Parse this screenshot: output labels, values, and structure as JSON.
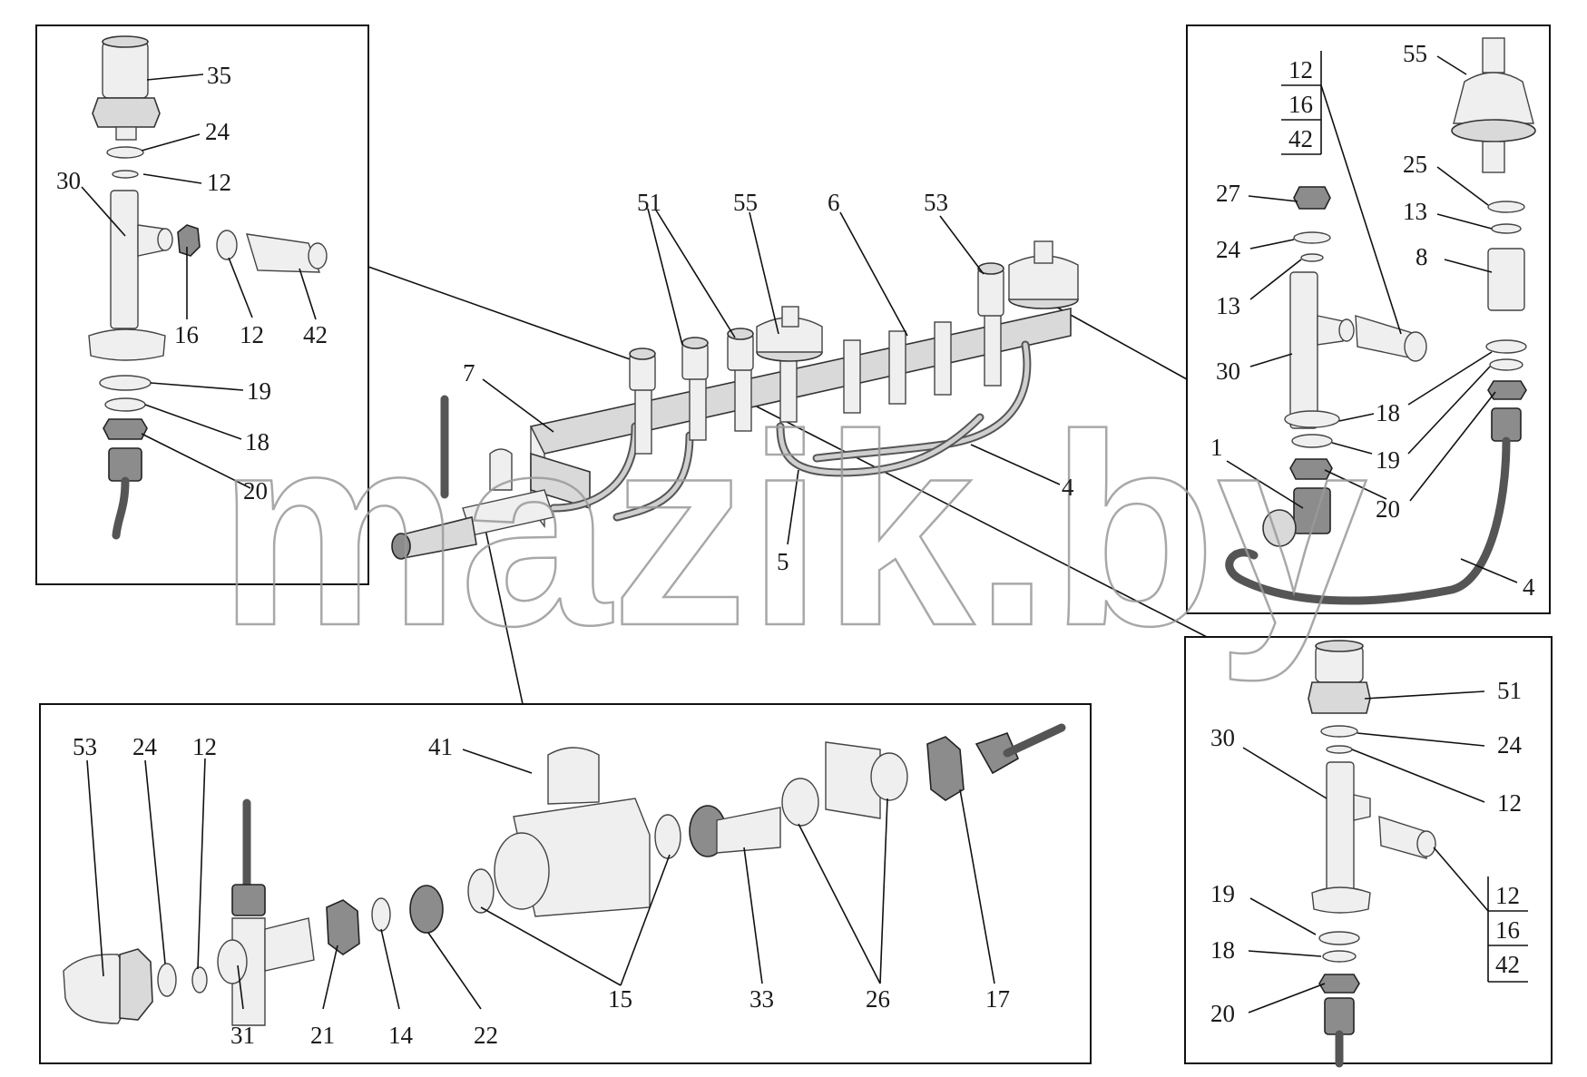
{
  "watermark": "mazik.by",
  "callouts": {
    "tl_35": "35",
    "tl_24": "24",
    "tl_12a": "12",
    "tl_30": "30",
    "tl_16": "16",
    "tl_12b": "12",
    "tl_42": "42",
    "tl_19": "19",
    "tl_18": "18",
    "tl_20": "20",
    "c_51": "51",
    "c_55": "55",
    "c_6": "6",
    "c_53": "53",
    "c_7": "7",
    "c_4": "4",
    "c_5": "5",
    "tr_12": "12",
    "tr_16": "16",
    "tr_42": "42",
    "tr_55": "55",
    "tr_25": "25",
    "tr_13a": "13",
    "tr_27": "27",
    "tr_24": "24",
    "tr_13b": "13",
    "tr_8": "8",
    "tr_30": "30",
    "tr_18": "18",
    "tr_19": "19",
    "tr_1": "1",
    "tr_20": "20",
    "tr_4": "4",
    "b_53": "53",
    "b_24": "24",
    "b_12": "12",
    "b_41": "41",
    "b_31": "31",
    "b_21": "21",
    "b_14": "14",
    "b_22": "22",
    "b_15": "15",
    "b_33": "33",
    "b_26": "26",
    "b_17": "17",
    "br_51": "51",
    "br_30": "30",
    "br_24": "24",
    "br_12": "12",
    "br_12s": "12",
    "br_16s": "16",
    "br_42s": "42",
    "br_19": "19",
    "br_18": "18",
    "br_20": "20"
  }
}
